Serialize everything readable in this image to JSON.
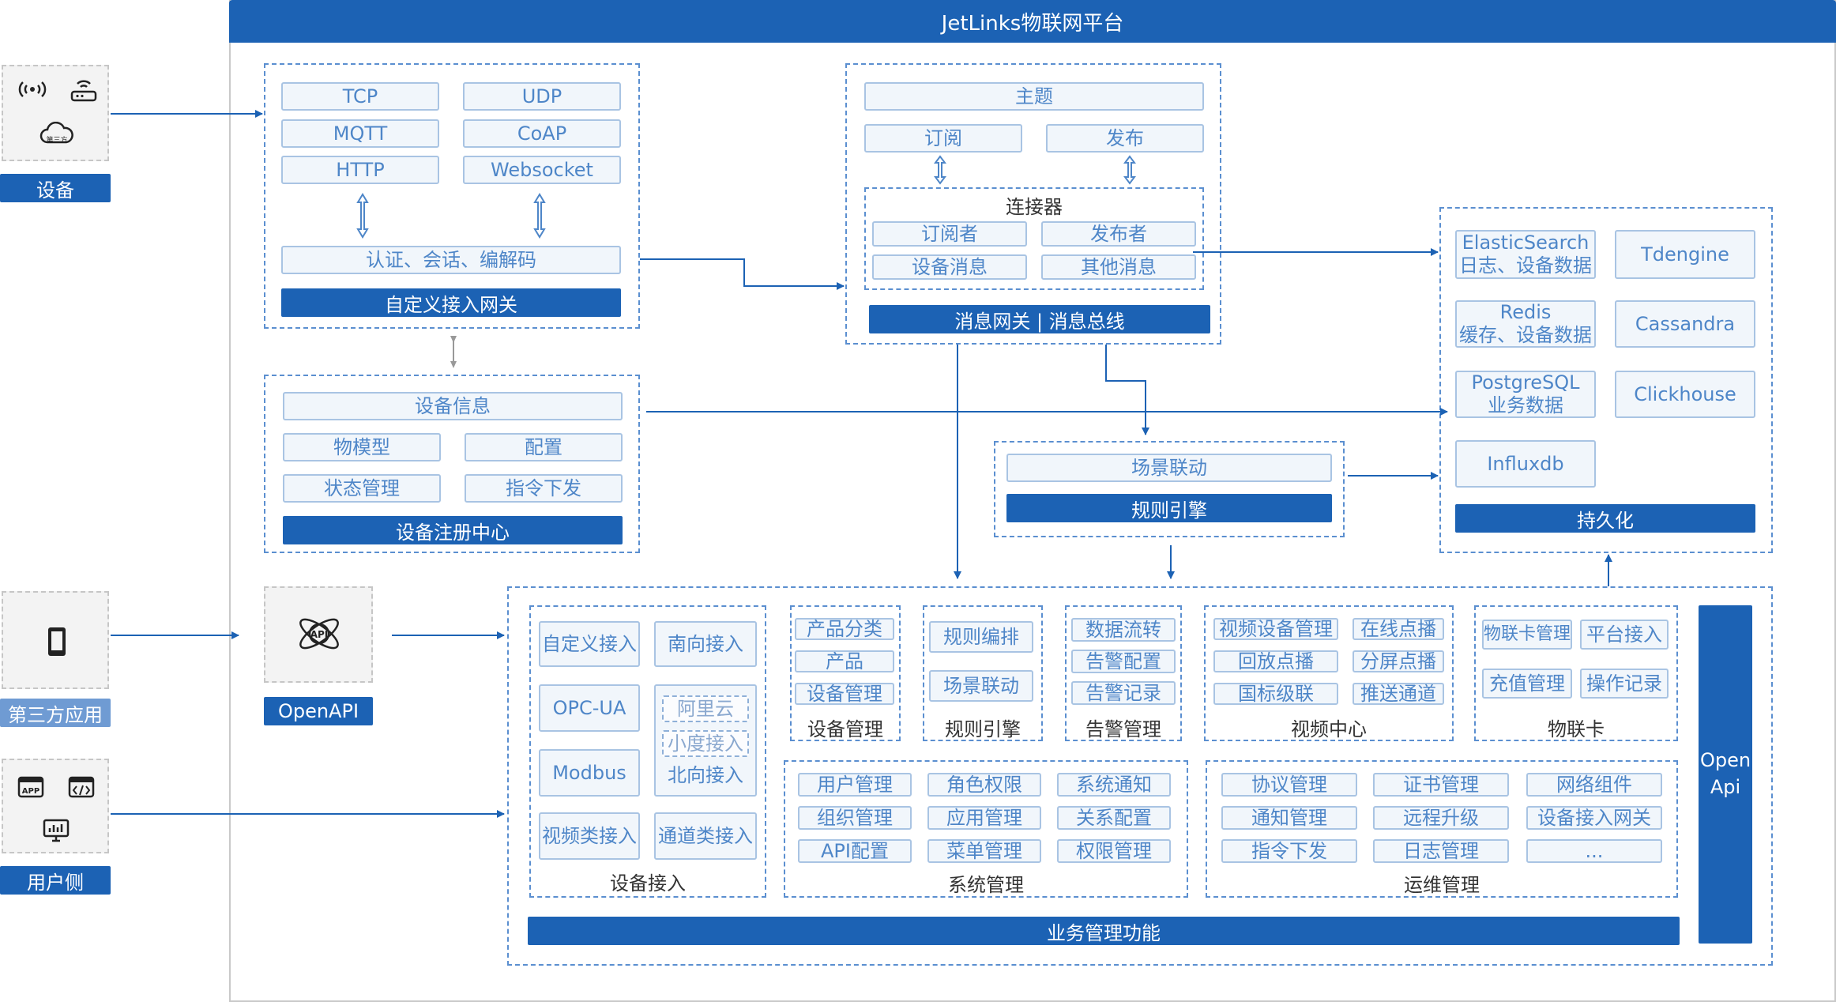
{
  "platform_title": "JetLinks物联网平台",
  "left": {
    "device_label": "设备",
    "third_party_label": "第三方应用",
    "user_side_label": "用户侧",
    "cloud_icon_text": "第三方",
    "app_icon_text": "APP"
  },
  "gateway": {
    "protocols": [
      "TCP",
      "UDP",
      "MQTT",
      "CoAP",
      "HTTP",
      "Websocket"
    ],
    "auth": "认证、会话、编解码",
    "title": "自定义接入网关"
  },
  "registry": {
    "info": "设备信息",
    "items": [
      "物模型",
      "配置",
      "状态管理",
      "指令下发"
    ],
    "title": "设备注册中心"
  },
  "bus": {
    "topic": "主题",
    "subscribe": "订阅",
    "publish": "发布",
    "connector": "连接器",
    "conn_items": [
      "订阅者",
      "发布者",
      "设备消息",
      "其他消息"
    ],
    "title": "消息网关 | 消息总线"
  },
  "rule": {
    "scene": "场景联动",
    "title": "规则引擎"
  },
  "persist": {
    "items": [
      {
        "name": "ElasticSearch",
        "sub": "日志、设备数据"
      },
      {
        "name": "Tdengine",
        "sub": ""
      },
      {
        "name": "Redis",
        "sub": "缓存、设备数据"
      },
      {
        "name": "Cassandra",
        "sub": ""
      },
      {
        "name": "PostgreSQL",
        "sub": "业务数据"
      },
      {
        "name": "Clickhouse",
        "sub": ""
      },
      {
        "name": "Influxdb",
        "sub": ""
      }
    ],
    "title": "持久化"
  },
  "openapi": {
    "label": "OpenAPI",
    "icon_text": "API"
  },
  "business": {
    "device_access": {
      "items": [
        "自定义接入",
        "南向接入",
        "OPC-UA",
        "Modbus",
        "视频类接入",
        "通道类接入"
      ],
      "north": [
        "阿里云",
        "小度接入",
        "北向接入"
      ],
      "caption": "设备接入"
    },
    "device_mgmt": {
      "items": [
        "产品分类",
        "产品",
        "设备管理"
      ],
      "caption": "设备管理"
    },
    "rule_engine": {
      "items": [
        "规则编排",
        "场景联动"
      ],
      "caption": "规则引擎"
    },
    "alarm": {
      "items": [
        "数据流转",
        "告警配置",
        "告警记录"
      ],
      "caption": "告警管理"
    },
    "video": {
      "items": [
        "视频设备管理",
        "在线点播",
        "回放点播",
        "分屏点播",
        "国标级联",
        "推送通道"
      ],
      "caption": "视频中心"
    },
    "iot_card": {
      "items": [
        "物联卡管理",
        "平台接入",
        "充值管理",
        "操作记录"
      ],
      "caption": "物联卡"
    },
    "system": {
      "items": [
        "用户管理",
        "角色权限",
        "系统通知",
        "组织管理",
        "应用管理",
        "关系配置",
        "API配置",
        "菜单管理",
        "权限管理"
      ],
      "caption": "系统管理"
    },
    "ops": {
      "items": [
        "协议管理",
        "证书管理",
        "网络组件",
        "通知管理",
        "远程升级",
        "设备接入网关",
        "指令下发",
        "日志管理",
        "..."
      ],
      "caption": "运维管理"
    },
    "title": "业务管理功能",
    "open_api": [
      "Open",
      "Api"
    ]
  }
}
